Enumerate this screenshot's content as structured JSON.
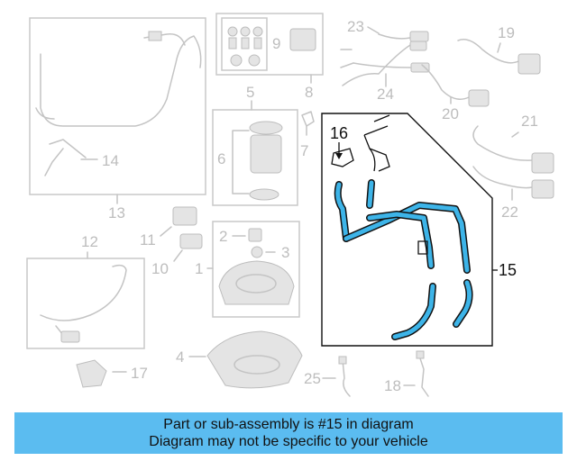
{
  "callouts": {
    "n1": "1",
    "n2": "2",
    "n3": "3",
    "n4": "4",
    "n5": "5",
    "n6": "6",
    "n7": "7",
    "n8": "8",
    "n9": "9",
    "n10": "10",
    "n11": "11",
    "n12": "12",
    "n13": "13",
    "n14": "14",
    "n15": "15",
    "n16": "16",
    "n17": "17",
    "n18": "18",
    "n19": "19",
    "n20": "20",
    "n21": "21",
    "n22": "22",
    "n23": "23",
    "n24": "24",
    "n25": "25"
  },
  "highlighted_part": "15",
  "colors": {
    "highlight": "#3db4e8",
    "banner": "#5bbcf0",
    "faded": "#c4c4c4"
  },
  "banner": {
    "line1": "Part or sub-assembly is #15 in diagram",
    "line2": "Diagram may not be specific to your vehicle"
  }
}
